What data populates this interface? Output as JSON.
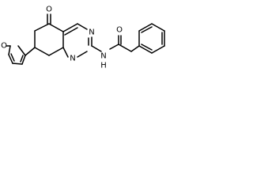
{
  "molecule": {
    "atoms": {
      "furan_O": "O",
      "ketone_O": "O",
      "amide_O": "O",
      "pyrimidine_N1": "N",
      "pyrimidine_N3": "N",
      "amide_N": "N",
      "amide_H": "H"
    },
    "colors": {
      "bond": "#000000",
      "label": "#000000",
      "background": "#ffffff"
    }
  }
}
